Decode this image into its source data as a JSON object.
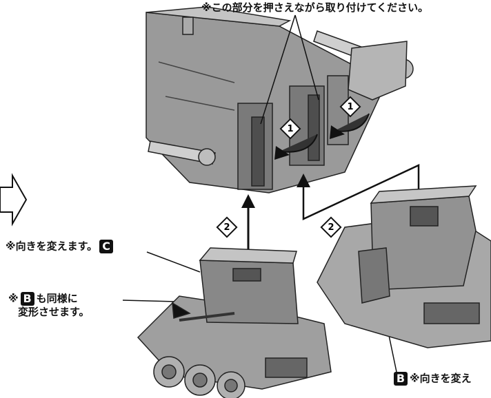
{
  "notes": {
    "top": "※この部分を押さえながら取り付けてください。",
    "change_direction_c": "※向きを変えます。",
    "badge_c": "C",
    "same_b_prefix": "※",
    "badge_b": "B",
    "same_b_suffix": "も同様に",
    "same_b_line2": "変形させます。",
    "bottom_badge": "B",
    "bottom_text": "※向きを変え"
  },
  "steps": {
    "one_a": "1",
    "one_b": "1",
    "two_a": "2",
    "two_b": "2"
  },
  "colors": {
    "part_gray": "#9a9a9a",
    "part_dark": "#5e5e5e",
    "part_light": "#c8c8c8",
    "ink": "#111111"
  }
}
